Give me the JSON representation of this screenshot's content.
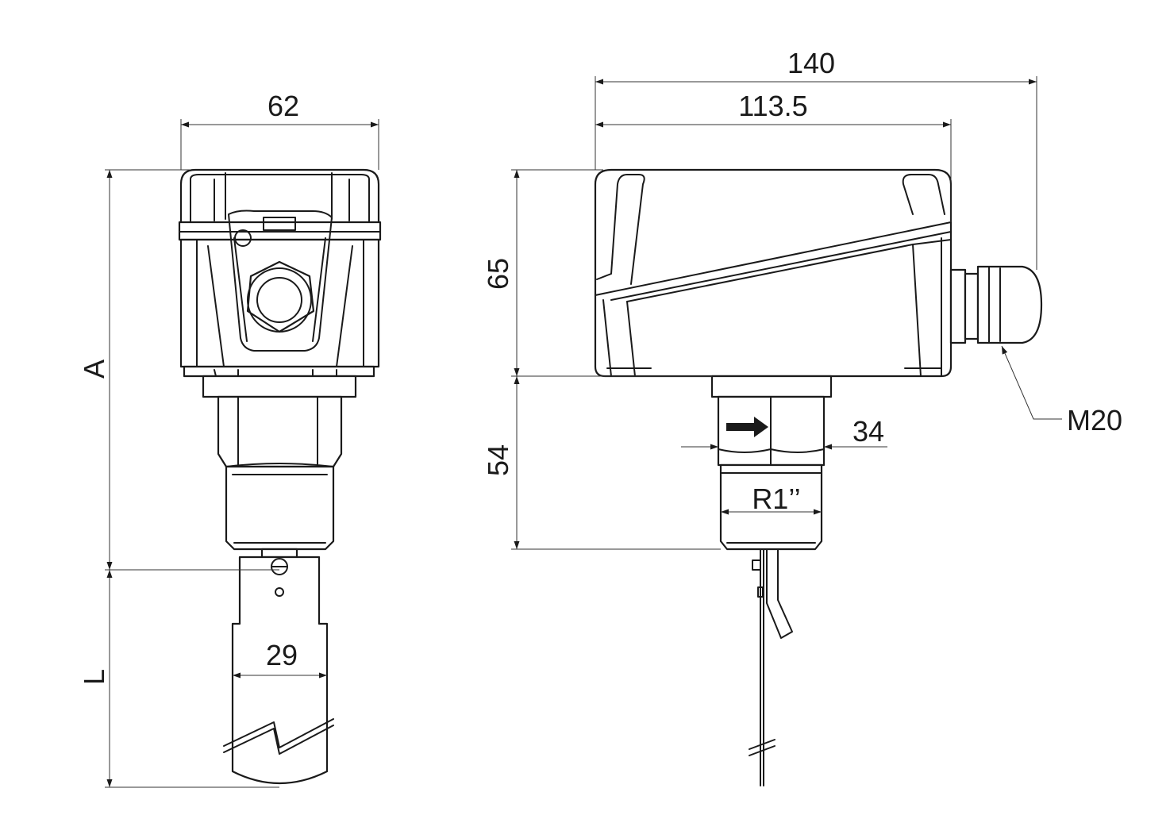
{
  "diagram": {
    "front_view": {
      "width_dim": "62",
      "height_dim": "A",
      "length_dim": "L",
      "paddle_dim": "29"
    },
    "side_view": {
      "overall_width_dim": "140",
      "housing_width_dim": "113.5",
      "housing_height_dim": "65",
      "fitting_height_dim": "54",
      "hex_dim": "34",
      "thread_label": "R1’’",
      "gland_label": "M20"
    }
  }
}
